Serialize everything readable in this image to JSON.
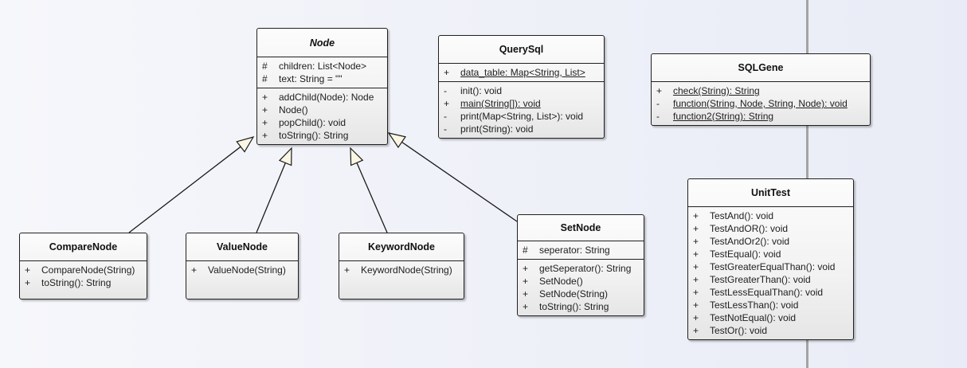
{
  "diagram": {
    "classes": [
      {
        "id": "node",
        "name": "Node",
        "abstract": true,
        "attributes": [
          {
            "vis": "#",
            "text": "children: List<Node>",
            "static": false
          },
          {
            "vis": "#",
            "text": "text: String = \"\"",
            "static": false
          }
        ],
        "operations": [
          {
            "vis": "+",
            "text": "addChild(Node): Node",
            "static": false
          },
          {
            "vis": "+",
            "text": "Node()",
            "static": false
          },
          {
            "vis": "+",
            "text": "popChild(): void",
            "static": false
          },
          {
            "vis": "+",
            "text": "toString(): String",
            "static": false
          }
        ]
      },
      {
        "id": "querysql",
        "name": "QuerySql",
        "abstract": false,
        "attributes": [
          {
            "vis": "+",
            "text": "data_table: Map<String, List>",
            "static": true
          }
        ],
        "operations": [
          {
            "vis": "-",
            "text": "init(): void",
            "static": false
          },
          {
            "vis": "+",
            "text": "main(String[]): void",
            "static": true
          },
          {
            "vis": "-",
            "text": "print(Map<String, List>): void",
            "static": false
          },
          {
            "vis": "-",
            "text": "print(String): void",
            "static": false
          }
        ]
      },
      {
        "id": "sqlgene",
        "name": "SQLGene",
        "abstract": false,
        "attributes": [],
        "operations": [
          {
            "vis": "+",
            "text": "check(String): String",
            "static": true
          },
          {
            "vis": "-",
            "text": "function(String, Node, String, Node): void",
            "static": true
          },
          {
            "vis": "-",
            "text": "function2(String): String",
            "static": true
          }
        ]
      },
      {
        "id": "unittest",
        "name": "UnitTest",
        "abstract": false,
        "attributes": [],
        "operations": [
          {
            "vis": "+",
            "text": "TestAnd(): void",
            "static": false
          },
          {
            "vis": "+",
            "text": "TestAndOR(): void",
            "static": false
          },
          {
            "vis": "+",
            "text": "TestAndOr2(): void",
            "static": false
          },
          {
            "vis": "+",
            "text": "TestEqual(): void",
            "static": false
          },
          {
            "vis": "+",
            "text": "TestGreaterEqualThan(): void",
            "static": false
          },
          {
            "vis": "+",
            "text": "TestGreaterThan(): void",
            "static": false
          },
          {
            "vis": "+",
            "text": "TestLessEqualThan(): void",
            "static": false
          },
          {
            "vis": "+",
            "text": "TestLessThan(): void",
            "static": false
          },
          {
            "vis": "+",
            "text": "TestNotEqual(): void",
            "static": false
          },
          {
            "vis": "+",
            "text": "TestOr(): void",
            "static": false
          }
        ]
      },
      {
        "id": "comparenode",
        "name": "CompareNode",
        "abstract": false,
        "attributes": [],
        "operations": [
          {
            "vis": "+",
            "text": "CompareNode(String)",
            "static": false
          },
          {
            "vis": "+",
            "text": "toString(): String",
            "static": false
          }
        ]
      },
      {
        "id": "valuenode",
        "name": "ValueNode",
        "abstract": false,
        "attributes": [],
        "operations": [
          {
            "vis": "+",
            "text": "ValueNode(String)",
            "static": false
          }
        ]
      },
      {
        "id": "keywordnode",
        "name": "KeywordNode",
        "abstract": false,
        "attributes": [],
        "operations": [
          {
            "vis": "+",
            "text": "KeywordNode(String)",
            "static": false
          }
        ]
      },
      {
        "id": "setnode",
        "name": "SetNode",
        "abstract": false,
        "attributes": [
          {
            "vis": "#",
            "text": "seperator: String",
            "static": false
          }
        ],
        "operations": [
          {
            "vis": "+",
            "text": "getSeperator(): String",
            "static": false
          },
          {
            "vis": "+",
            "text": "SetNode()",
            "static": false
          },
          {
            "vis": "+",
            "text": "SetNode(String)",
            "static": false
          },
          {
            "vis": "+",
            "text": "toString(): String",
            "static": false
          }
        ]
      }
    ],
    "generalizations": [
      {
        "from": "comparenode",
        "to": "node"
      },
      {
        "from": "valuenode",
        "to": "node"
      },
      {
        "from": "keywordnode",
        "to": "node"
      },
      {
        "from": "setnode",
        "to": "node"
      }
    ]
  }
}
